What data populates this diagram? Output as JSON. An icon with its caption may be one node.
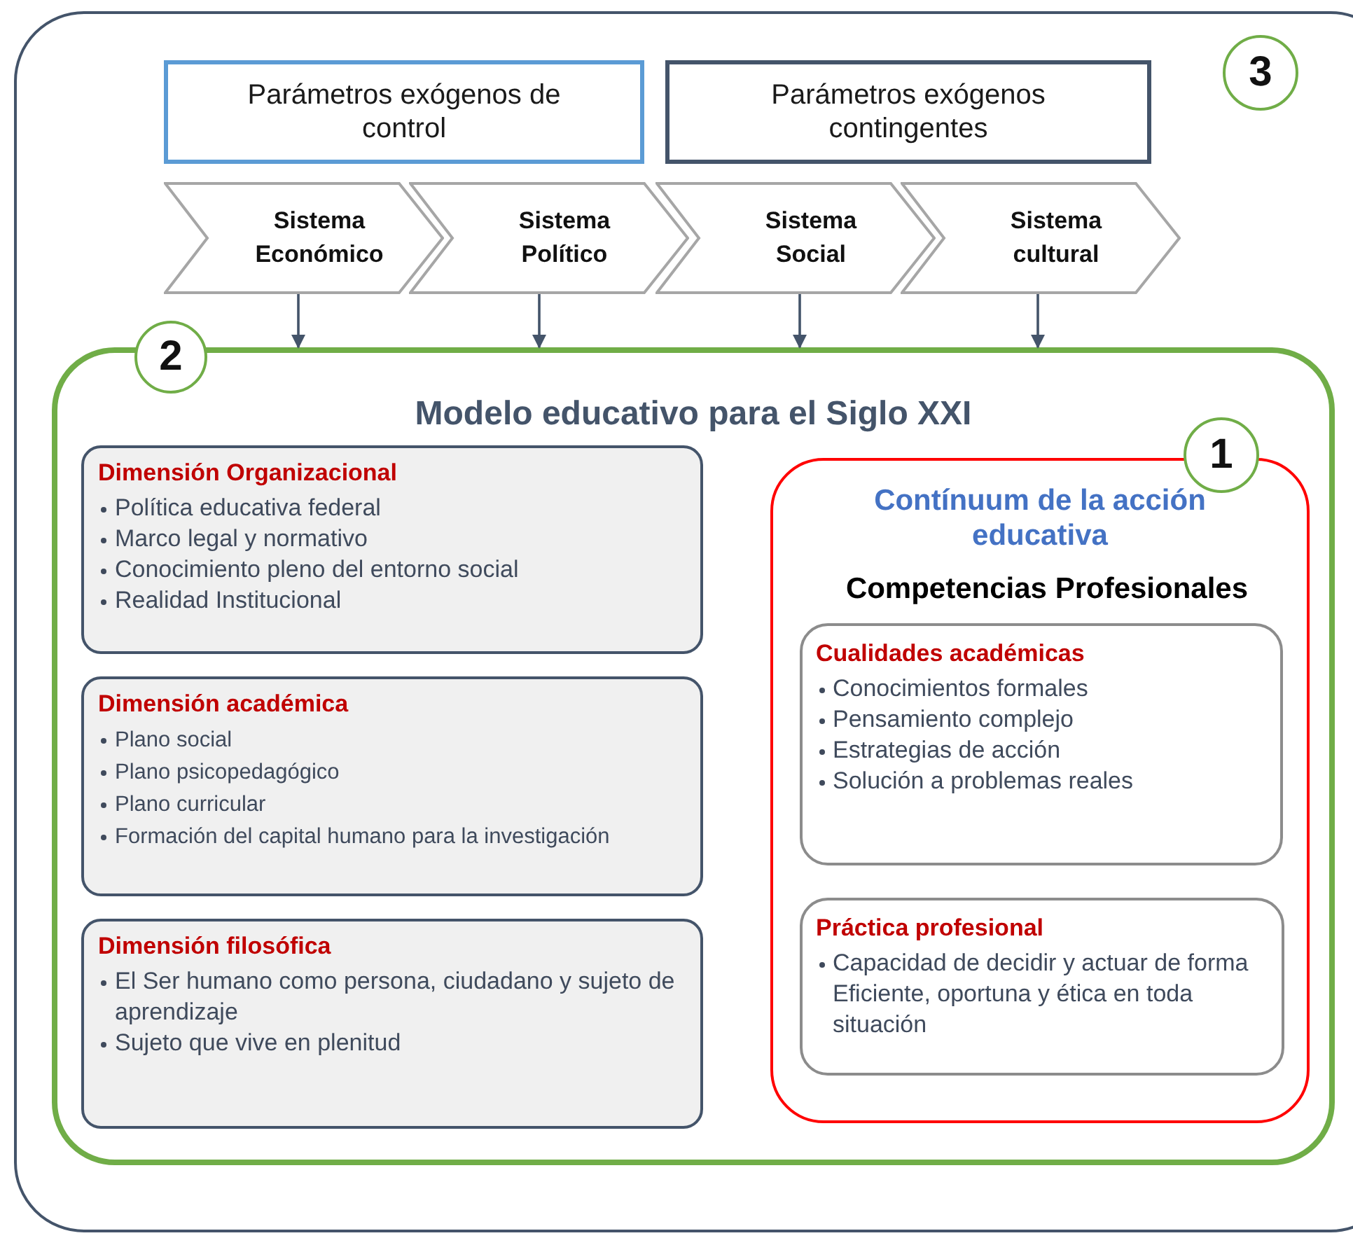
{
  "diagram": {
    "nodes": [
      {
        "text": [],
        "shape": "box"
      },
      {
        "text": [
          "Parámetros exógenos de control"
        ],
        "in": 0
      },
      {
        "text": [
          "Parámetros exógenos contingentes"
        ],
        "in": 0
      },
      {
        "text": [
          "Sistema Económico"
        ],
        "in": 0
      },
      {
        "text": [
          "Sistema Político"
        ],
        "in": 0
      },
      {
        "text": [
          "Sistema Social"
        ],
        "in": 0
      },
      {
        "text": [
          "Sistema cultural"
        ],
        "in": 0
      },
      {
        "text": [
          "3"
        ],
        "in": 0
      },
      {
        "text": [
          "Modelo educativo para el Siglo XXI"
        ],
        "in": 0
      },
      {
        "text": [
          "2"
        ],
        "in": 0
      },
      {
        "text": [
          "Dimensión Organizacional",
          "Política educativa federal",
          "Marco legal y normativo",
          "Conocimiento pleno del entorno social",
          "Realidad Institucional"
        ],
        "in": 8
      },
      {
        "text": [
          "Dimensión académica",
          "Plano social",
          "Plano psicopedagógico",
          "Plano curricular",
          "Formación del capital humano para la investigación"
        ],
        "in": 8
      },
      {
        "text": [
          "Dimensión filosófica",
          "El Ser humano como persona, ciudadano y sujeto de aprendizaje",
          "Sujeto que vive en plenitud"
        ],
        "in": 8
      },
      {
        "text": [
          "Contínuum de la acción educativa",
          "Competencias Profesionales"
        ],
        "in": 8
      },
      {
        "text": [
          "1"
        ],
        "in": 8
      },
      {
        "text": [
          "Cualidades académicas",
          "Conocimientos formales",
          "Pensamiento complejo",
          "Estrategias de acción",
          "Solución a problemas reales"
        ],
        "in": 13
      },
      {
        "text": [
          "Práctica profesional",
          "Capacidad de decidir y actuar de forma Eficiente, oportuna y ética en toda situación"
        ],
        "in": 13
      }
    ],
    "edges": [
      {
        "from": 3,
        "to": 8,
        "arrow": "to"
      },
      {
        "from": 4,
        "to": 8,
        "arrow": "to"
      },
      {
        "from": 5,
        "to": 8,
        "arrow": "to"
      },
      {
        "from": 6,
        "to": 8,
        "arrow": "to"
      }
    ]
  }
}
